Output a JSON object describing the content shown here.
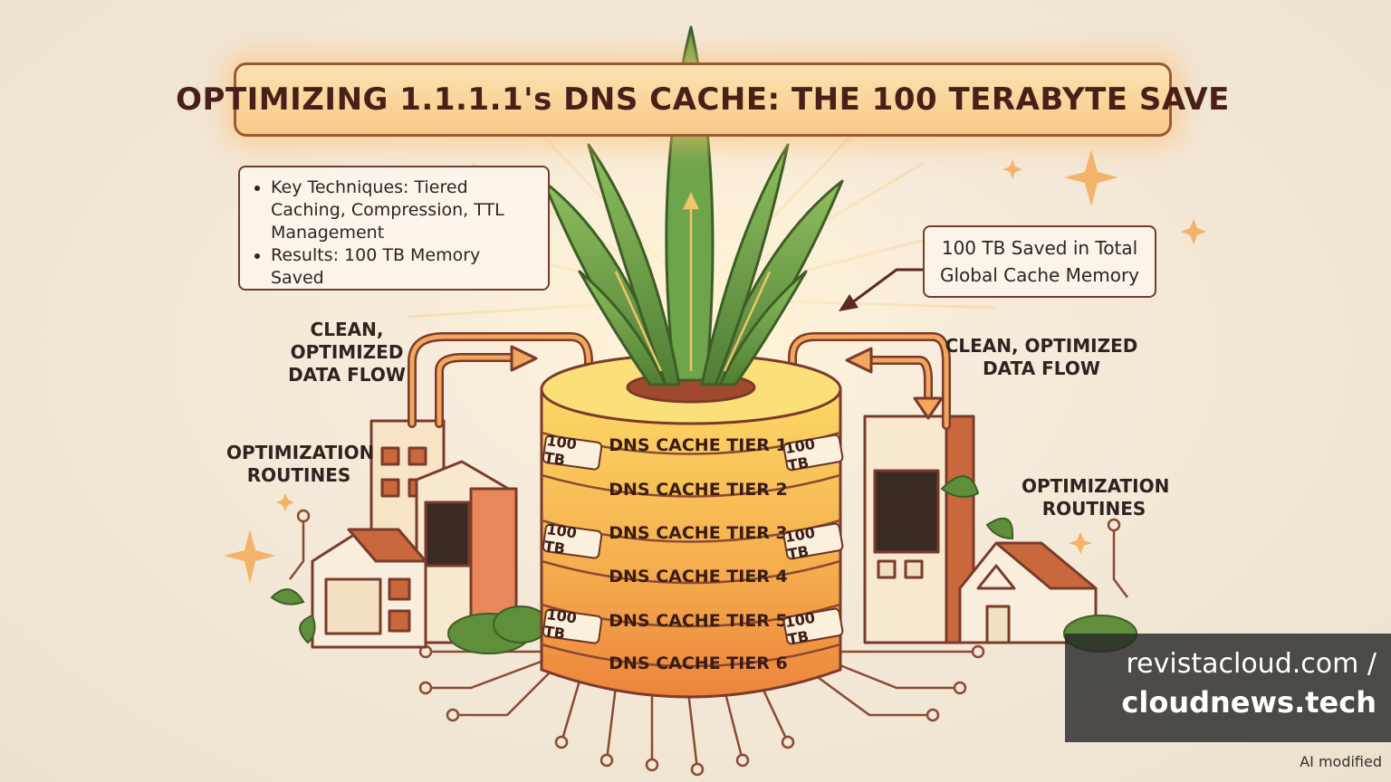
{
  "title": "OPTIMIZING 1.1.1.1's DNS CACHE: THE 100 TERABYTE SAVE",
  "techniques_box": {
    "items": [
      "Key Techniques: Tiered Caching, Compression, TTL Management",
      "Results: 100 TB Memory Saved"
    ]
  },
  "saved_box": {
    "line1": "100 TB Saved in Total",
    "line2": "Global Cache Memory"
  },
  "labels": {
    "left_flow_line1": "CLEAN,",
    "left_flow_line2": "OPTIMIZED",
    "left_flow_line3": "DATA FLOW",
    "right_flow_line1": "CLEAN, OPTIMIZED",
    "right_flow_line2": "DATA FLOW",
    "left_routines_line1": "OPTIMIZATION",
    "left_routines_line2": "ROUTINES",
    "right_routines_line1": "OPTIMIZATION",
    "right_routines_line2": "ROUTINES"
  },
  "tiers": [
    "DNS CACHE TIER 1",
    "DNS CACHE TIER 2",
    "DNS CACHE TIER 3",
    "DNS CACHE TIER 4",
    "DNS CACHE TIER 5",
    "DNS CACHE TIER 6"
  ],
  "tags": [
    "100 TB",
    "100 TB",
    "100 TB",
    "100 TB",
    "100 TB",
    "100 TB"
  ],
  "watermark": {
    "line1": "revistacloud.com /",
    "line2": "cloudnews.tech"
  },
  "ai_note": "AI modified",
  "colors": {
    "outline": "#7a3b2a",
    "cylinder_top": "#f9d35f",
    "cylinder_bottom": "#ef8a3f",
    "leaf": "#6f9a45",
    "brick": "#c8683c"
  }
}
